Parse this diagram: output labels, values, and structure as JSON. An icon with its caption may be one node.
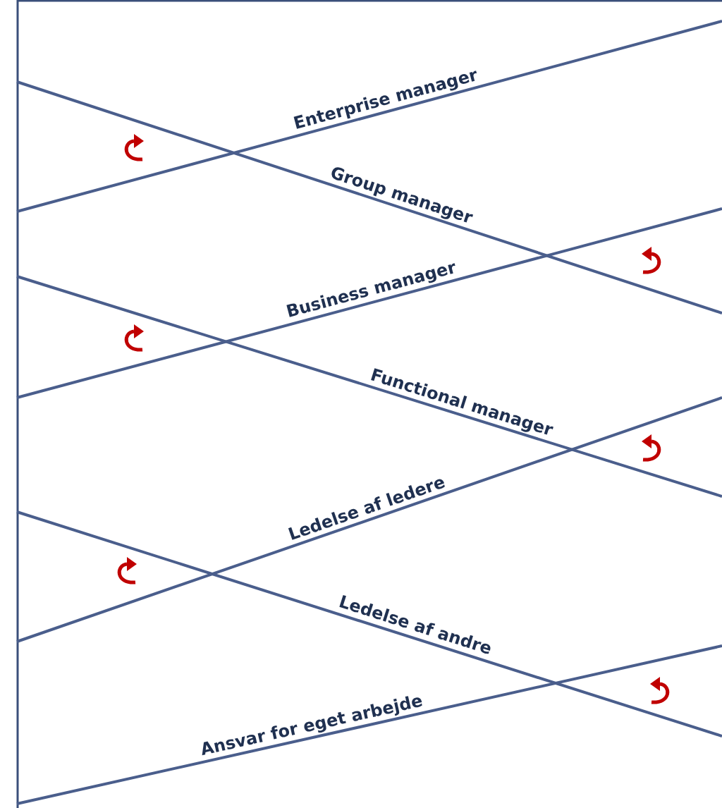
{
  "diagram": {
    "labels": [
      "Enterprise manager",
      "Group manager",
      "Business manager",
      "Functional manager",
      "Ledelse af ledere",
      "Ledelse af andre",
      "Ansvar for eget arbejde"
    ]
  }
}
